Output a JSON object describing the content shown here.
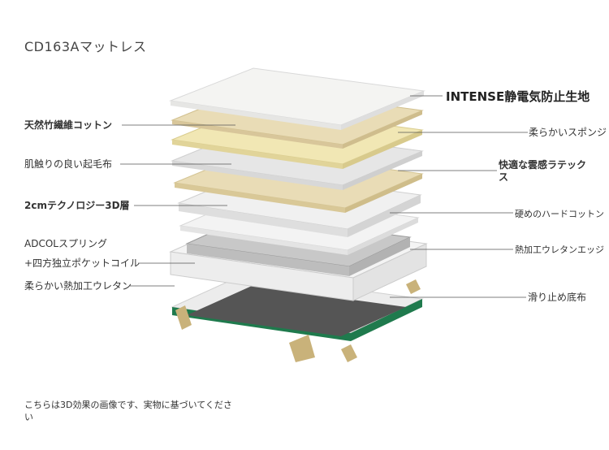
{
  "title": "CD163Aマットレス",
  "layers_left": [
    {
      "label": "天然竹繊維コットン"
    },
    {
      "label": "肌触りの良い起毛布"
    },
    {
      "label": "2cmテクノロジー3D層"
    },
    {
      "label": "ADCOLスプリング"
    },
    {
      "label": "+四方独立ポケットコイル"
    },
    {
      "label": "柔らかい熱加工ウレタン"
    }
  ],
  "layers_right": [
    {
      "label": "INTENSE静電気防止生地"
    },
    {
      "label": "柔らかいスポンジ"
    },
    {
      "label": "快適な雲感ラテックス"
    },
    {
      "label": "硬めのハードコットン"
    },
    {
      "label": "熱加工ウレタンエッジ"
    },
    {
      "label": "滑り止め底布"
    }
  ],
  "note": "こちらは3D効果の画像です、実物に基づいてください",
  "colors": {
    "cover": "#f4f4f2",
    "bamboo": "#e9dcb6",
    "latex": "#f1e7b4",
    "gray_foam": "#e2e2e2",
    "pad3d": "#f0f0f0",
    "springs": "#c8c8c8",
    "frame": "#f2f2f2",
    "base": "#555555",
    "edge_green": "#1f7a4d",
    "edge_gold": "#c9b27a"
  }
}
